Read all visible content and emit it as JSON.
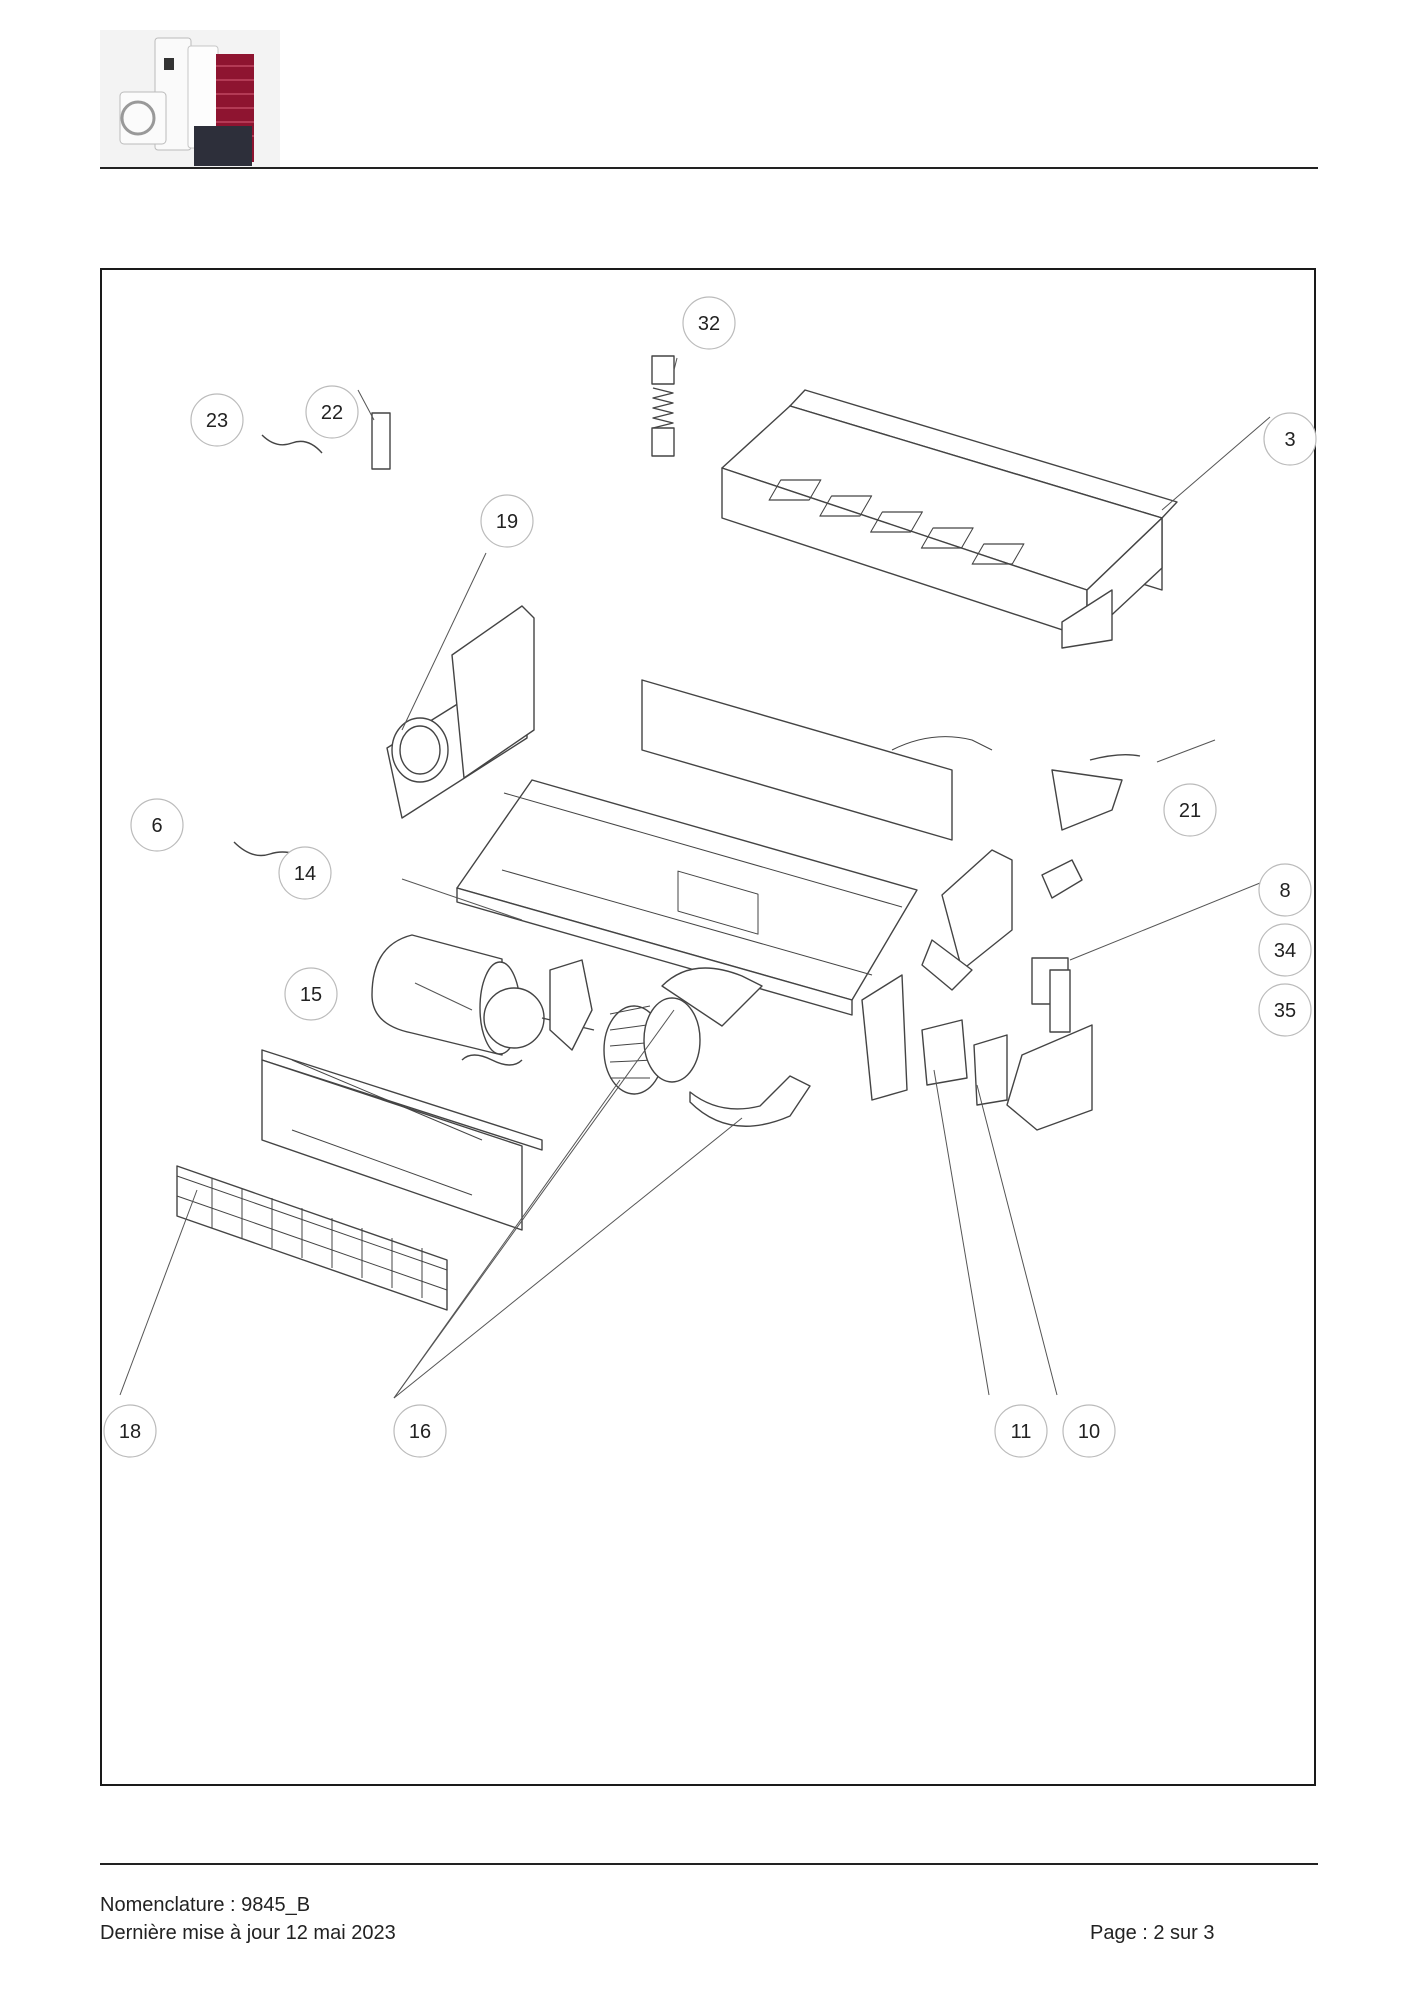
{
  "header": {
    "logo_icon": "product-range-logo"
  },
  "diagram": {
    "callouts": [
      "32",
      "23",
      "22",
      "3",
      "19",
      "21",
      "6",
      "14",
      "8",
      "34",
      "35",
      "15",
      "18",
      "16",
      "11",
      "10"
    ]
  },
  "footer": {
    "nomenclature": "Nomenclature : 9845_B",
    "updated": "Dernière mise à jour 12 mai 2023",
    "page": "Page : 2 sur 3"
  }
}
